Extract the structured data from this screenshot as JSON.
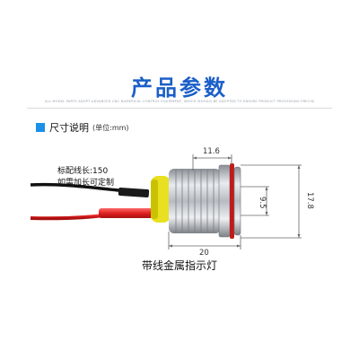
{
  "header": {
    "title": "产品参数",
    "subtitle": "ALL MODEL PARTS ADOPT ADVANCED CNC NUMERICAL CONTROL EQUIPMENT, WHICH SHOULD BE ADOPTED TO ENSURE PRODUCT PROCESSING PRECISION, AND OPERATING ISOLATION CONDITIONS"
  },
  "section": {
    "title": "尺寸说明",
    "unit": "(单位:mm)"
  },
  "notes": {
    "line1": "标配线长:150",
    "line2": "如需加长可定制"
  },
  "dimensions": {
    "top": "11.6",
    "inner": "9.5",
    "height": "17.8",
    "width": "20"
  },
  "caption": "带线金属指示灯",
  "colors": {
    "title": "#1a5fc8",
    "accent_square": "#1a90e8",
    "red_wire": "#e02020",
    "seal_ring": "#e8e020"
  }
}
